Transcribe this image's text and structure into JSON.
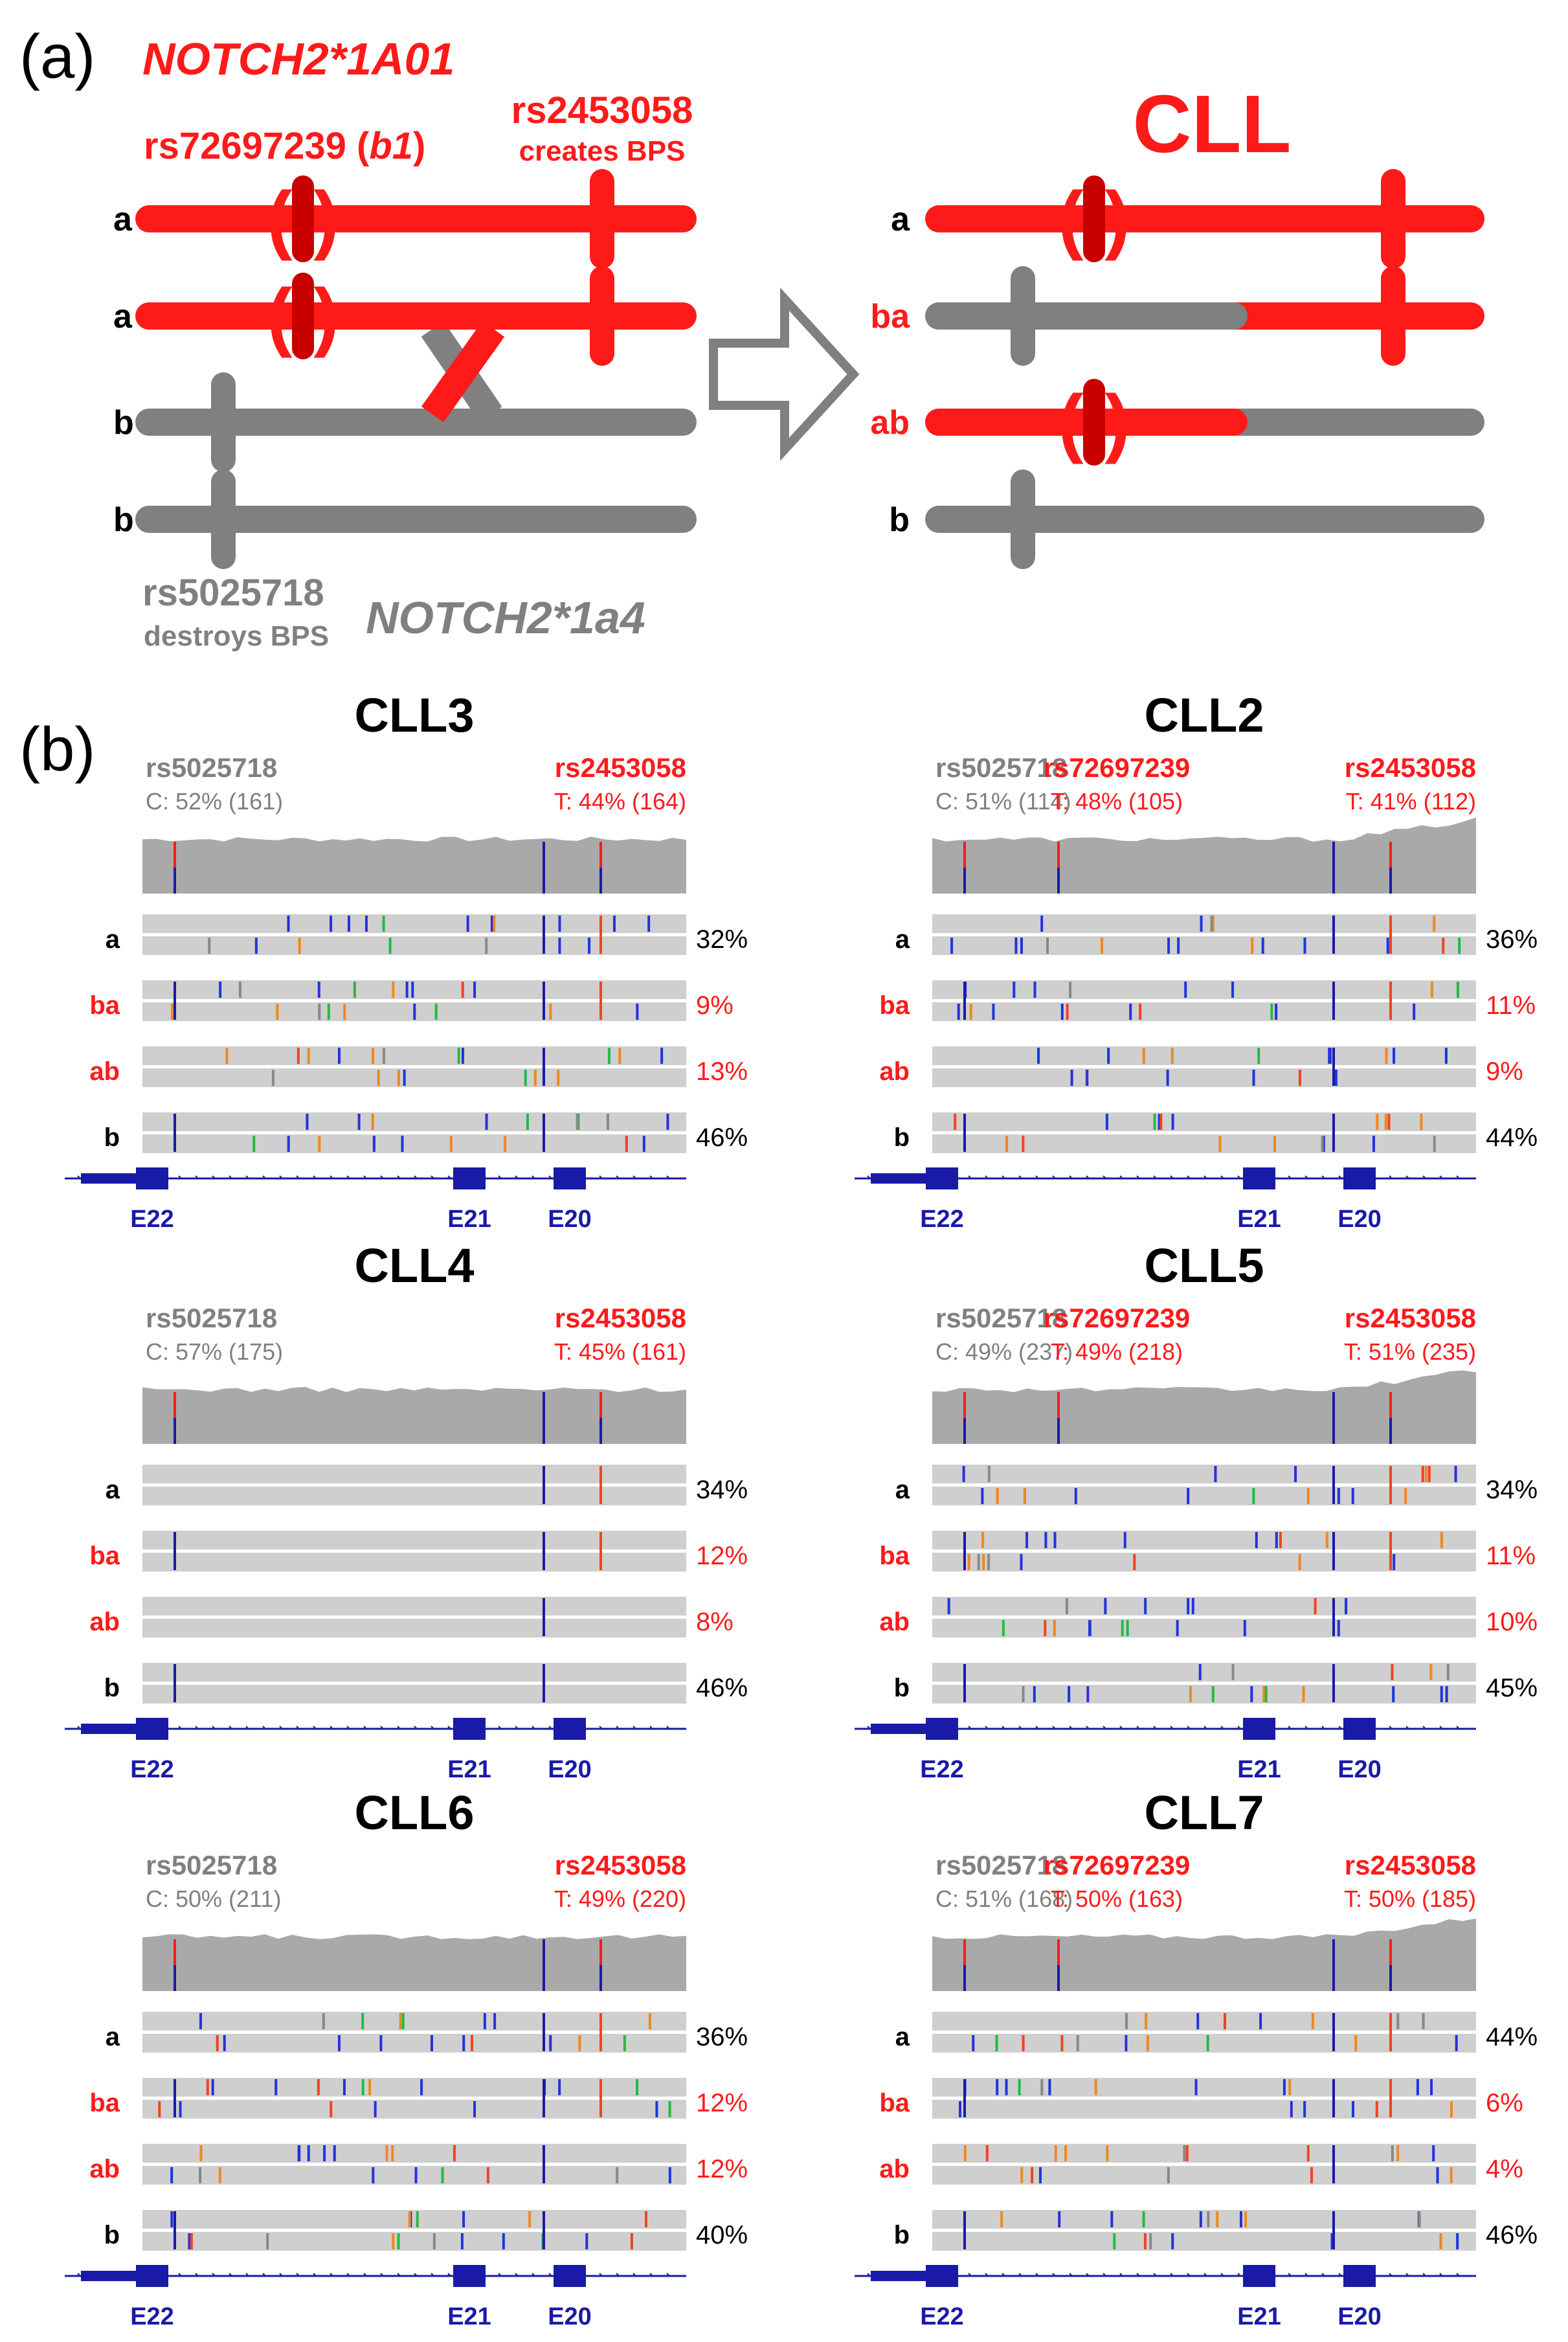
{
  "colors": {
    "red": "#ff1a1a",
    "gray": "#808080",
    "dark_red": "#c80000",
    "blue": "#1a1aa8",
    "track": "#cfcfcf",
    "coverage": "#a9a9a9"
  },
  "panel_a": {
    "label": "(a)",
    "allele_a_name": "NOTCH2*1A01",
    "allele_b_name": "NOTCH2*1a4",
    "snp_b1_id": "rs72697239",
    "snp_b1_note": "b1",
    "snp_bps_create_id": "rs2453058",
    "snp_bps_create_note": "creates BPS",
    "snp_bps_destroy_id": "rs5025718",
    "snp_bps_destroy_note": "destroys BPS",
    "left_labels": [
      "a",
      "a",
      "b",
      "b"
    ],
    "right_title": "CLL",
    "right_labels": [
      "a",
      "ba",
      "ab",
      "b"
    ]
  },
  "panel_b": {
    "label": "(b)",
    "exons": [
      "E22",
      "E21",
      "E20"
    ],
    "samples": [
      {
        "name": "CLL3",
        "has_b1": false,
        "snp1": "rs5025718",
        "snp1_val": "C: 52% (161)",
        "snp3": "rs2453058",
        "snp3_val": "T: 44% (164)",
        "tracks": [
          {
            "label": "a",
            "pct": "32%"
          },
          {
            "label": "ba",
            "pct": "9%"
          },
          {
            "label": "ab",
            "pct": "13%"
          },
          {
            "label": "b",
            "pct": "46%"
          }
        ]
      },
      {
        "name": "CLL2",
        "has_b1": true,
        "snp1": "rs5025718",
        "snp1_val": "C: 51% (114)",
        "snp2": "rs72697239",
        "snp2_val": "T: 48% (105)",
        "snp3": "rs2453058",
        "snp3_val": "T: 41% (112)",
        "tracks": [
          {
            "label": "a",
            "pct": "36%"
          },
          {
            "label": "ba",
            "pct": "11%"
          },
          {
            "label": "ab",
            "pct": "9%"
          },
          {
            "label": "b",
            "pct": "44%"
          }
        ]
      },
      {
        "name": "CLL4",
        "has_b1": false,
        "snp1": "rs5025718",
        "snp1_val": "C: 57% (175)",
        "snp3": "rs2453058",
        "snp3_val": "T: 45% (161)",
        "tracks": [
          {
            "label": "a",
            "pct": "34%"
          },
          {
            "label": "ba",
            "pct": "12%"
          },
          {
            "label": "ab",
            "pct": "8%"
          },
          {
            "label": "b",
            "pct": "46%"
          }
        ]
      },
      {
        "name": "CLL5",
        "has_b1": true,
        "snp1": "rs5025718",
        "snp1_val": "C: 49% (237)",
        "snp2": "rs72697239",
        "snp2_val": "T: 49% (218)",
        "snp3": "rs2453058",
        "snp3_val": "T: 51% (235)",
        "tracks": [
          {
            "label": "a",
            "pct": "34%"
          },
          {
            "label": "ba",
            "pct": "11%"
          },
          {
            "label": "ab",
            "pct": "10%"
          },
          {
            "label": "b",
            "pct": "45%"
          }
        ]
      },
      {
        "name": "CLL6",
        "has_b1": false,
        "snp1": "rs5025718",
        "snp1_val": "C: 50% (211)",
        "snp3": "rs2453058",
        "snp3_val": "T: 49% (220)",
        "tracks": [
          {
            "label": "a",
            "pct": "36%"
          },
          {
            "label": "ba",
            "pct": "12%"
          },
          {
            "label": "ab",
            "pct": "12%"
          },
          {
            "label": "b",
            "pct": "40%"
          }
        ]
      },
      {
        "name": "CLL7",
        "has_b1": true,
        "snp1": "rs5025718",
        "snp1_val": "C: 51% (168)",
        "snp2": "rs72697239",
        "snp2_val": "T: 50% (163)",
        "snp3": "rs2453058",
        "snp3_val": "T: 50% (185)",
        "tracks": [
          {
            "label": "a",
            "pct": "44%"
          },
          {
            "label": "ba",
            "pct": "6%"
          },
          {
            "label": "ab",
            "pct": "4%"
          },
          {
            "label": "b",
            "pct": "46%"
          }
        ]
      }
    ]
  }
}
